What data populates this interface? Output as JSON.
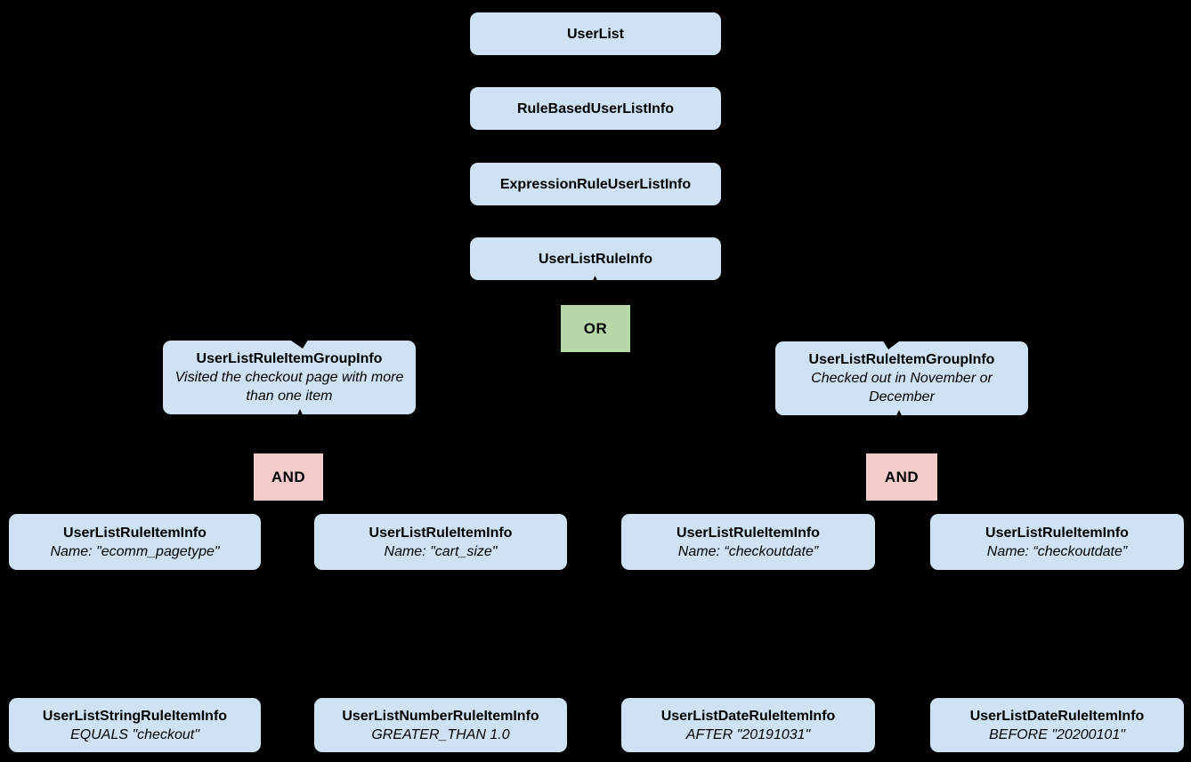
{
  "diagram": {
    "title_hint": "UserList rule hierarchy diagram",
    "colors": {
      "background": "#000000",
      "node_fill": "#cfe2f3",
      "or_fill": "#b6d7a8",
      "and_fill": "#f4cccc",
      "text": "#000000",
      "connector": "#000000"
    },
    "nodes": {
      "userlist": {
        "title": "UserList"
      },
      "rule_based_user_list_info": {
        "title": "RuleBasedUserListInfo"
      },
      "expression_rule_user_list_info": {
        "title": "ExpressionRuleUserListInfo"
      },
      "user_list_rule_info": {
        "title": "UserListRuleInfo"
      },
      "or_operator": {
        "label": "OR"
      },
      "group_left": {
        "title": "UserListRuleItemGroupInfo",
        "description": "Visited the checkout page with more than one item"
      },
      "group_right": {
        "title": "UserListRuleItemGroupInfo",
        "description": "Checked out in November or December"
      },
      "and_left": {
        "label": "AND"
      },
      "and_right": {
        "label": "AND"
      },
      "rule_item_1": {
        "title": "UserListRuleItemInfo",
        "description": "Name: \"ecomm_pagetype\""
      },
      "rule_item_2": {
        "title": "UserListRuleItemInfo",
        "description": "Name: \"cart_size\""
      },
      "rule_item_3": {
        "title": "UserListRuleItemInfo",
        "description": "Name: “checkoutdate”"
      },
      "rule_item_4": {
        "title": "UserListRuleItemInfo",
        "description": "Name: “checkoutdate”"
      },
      "leaf_string": {
        "title": "UserListStringRuleItemInfo",
        "description": "EQUALS \"checkout\""
      },
      "leaf_number": {
        "title": "UserListNumberRuleItemInfo",
        "description": "GREATER_THAN 1.0"
      },
      "leaf_date_after": {
        "title": "UserListDateRuleItemInfo",
        "description": "AFTER \"20191031\""
      },
      "leaf_date_before": {
        "title": "UserListDateRuleItemInfo",
        "description": "BEFORE \"20200101\""
      }
    }
  }
}
